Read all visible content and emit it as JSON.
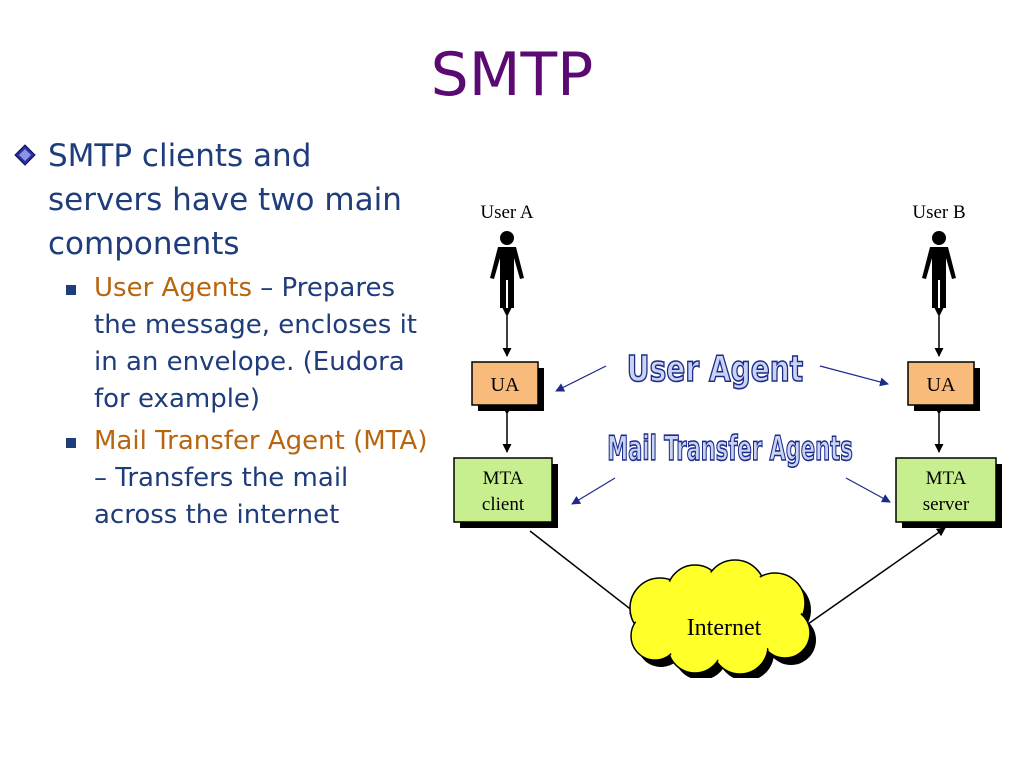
{
  "slide": {
    "title": "SMTP",
    "bullet_main": "SMTP clients and servers have two main components",
    "sub_bullets": [
      {
        "term": "User Agents",
        "rest": " – Prepares the message, encloses it in an envelope. (Eudora for example)"
      },
      {
        "term": "Mail Transfer Agent (MTA)",
        "rest": " – Transfers the mail across the internet"
      }
    ]
  },
  "diagram": {
    "user_a": "User A",
    "user_b": "User B",
    "ua_left": "UA",
    "ua_right": "UA",
    "mta_client_l1": "MTA",
    "mta_client_l2": "client",
    "mta_server_l1": "MTA",
    "mta_server_l2": "server",
    "internet": "Internet",
    "user_agent_callout": "User Agent",
    "mta_callout": "Mail Transfer Agents",
    "colors": {
      "ua_fill": "#f9bb7b",
      "mta_fill": "#c7ef8f",
      "cloud_fill": "#ffff2a",
      "callout_fill": "#c9d3f2",
      "callout_stroke": "#1c2a8a",
      "title": "#5b0a73",
      "text": "#1f3d7a",
      "highlight": "#b8650f"
    }
  }
}
